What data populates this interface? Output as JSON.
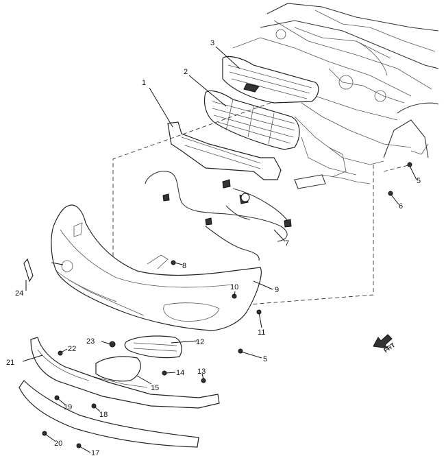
{
  "diagram": {
    "callouts": [
      {
        "id": "c1",
        "label": "1"
      },
      {
        "id": "c2",
        "label": "2"
      },
      {
        "id": "c3",
        "label": "3"
      },
      {
        "id": "c5a",
        "label": "5"
      },
      {
        "id": "c6",
        "label": "6"
      },
      {
        "id": "c7",
        "label": "7"
      },
      {
        "id": "c8",
        "label": "8"
      },
      {
        "id": "c9",
        "label": "9"
      },
      {
        "id": "c10",
        "label": "10"
      },
      {
        "id": "c11",
        "label": "11"
      },
      {
        "id": "c5b",
        "label": "5"
      },
      {
        "id": "c12",
        "label": "12"
      },
      {
        "id": "c13",
        "label": "13"
      },
      {
        "id": "c14",
        "label": "14"
      },
      {
        "id": "c15",
        "label": "15"
      },
      {
        "id": "c17",
        "label": "17"
      },
      {
        "id": "c18",
        "label": "18"
      },
      {
        "id": "c19",
        "label": "19"
      },
      {
        "id": "c20",
        "label": "20"
      },
      {
        "id": "c21",
        "label": "21"
      },
      {
        "id": "c22",
        "label": "22"
      },
      {
        "id": "c23",
        "label": "23"
      },
      {
        "id": "c24",
        "label": "24"
      }
    ],
    "forward_indicator": "FRT"
  }
}
